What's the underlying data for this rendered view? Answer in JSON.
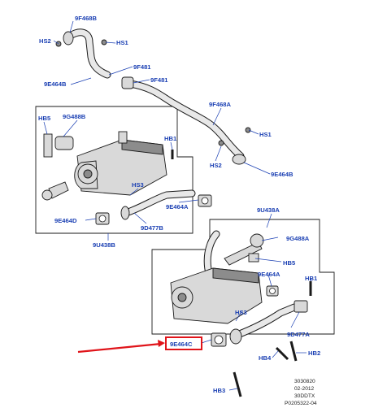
{
  "labels": {
    "a": "9F468B",
    "b": "HS2",
    "c": "HS1",
    "d": "9F481",
    "e": "9E464B",
    "f": "9F481",
    "g": "9F468A",
    "h": "HS1",
    "i": "HB5",
    "j": "9G488B",
    "k": "HB1",
    "l": "HS2",
    "m": "9E464B",
    "n": "HS3",
    "o": "9E464A",
    "p": "9E464D",
    "q": "9D477B",
    "r": "9U438B",
    "s": "9U438A",
    "t": "9G488A",
    "u": "HB5",
    "v": "9E464A",
    "w": "HB1",
    "x": "HS3",
    "y": "9D477A",
    "z": "9E464C",
    "aa": "HB4",
    "ab": "HB2",
    "ac": "HB3"
  },
  "footer": {
    "ref": "3030820",
    "date": "02-2012",
    "model": "30DDTX",
    "code": "P0205322-04"
  },
  "colors": {
    "label": "#1a3fb3",
    "highlight": "#e0141a"
  }
}
